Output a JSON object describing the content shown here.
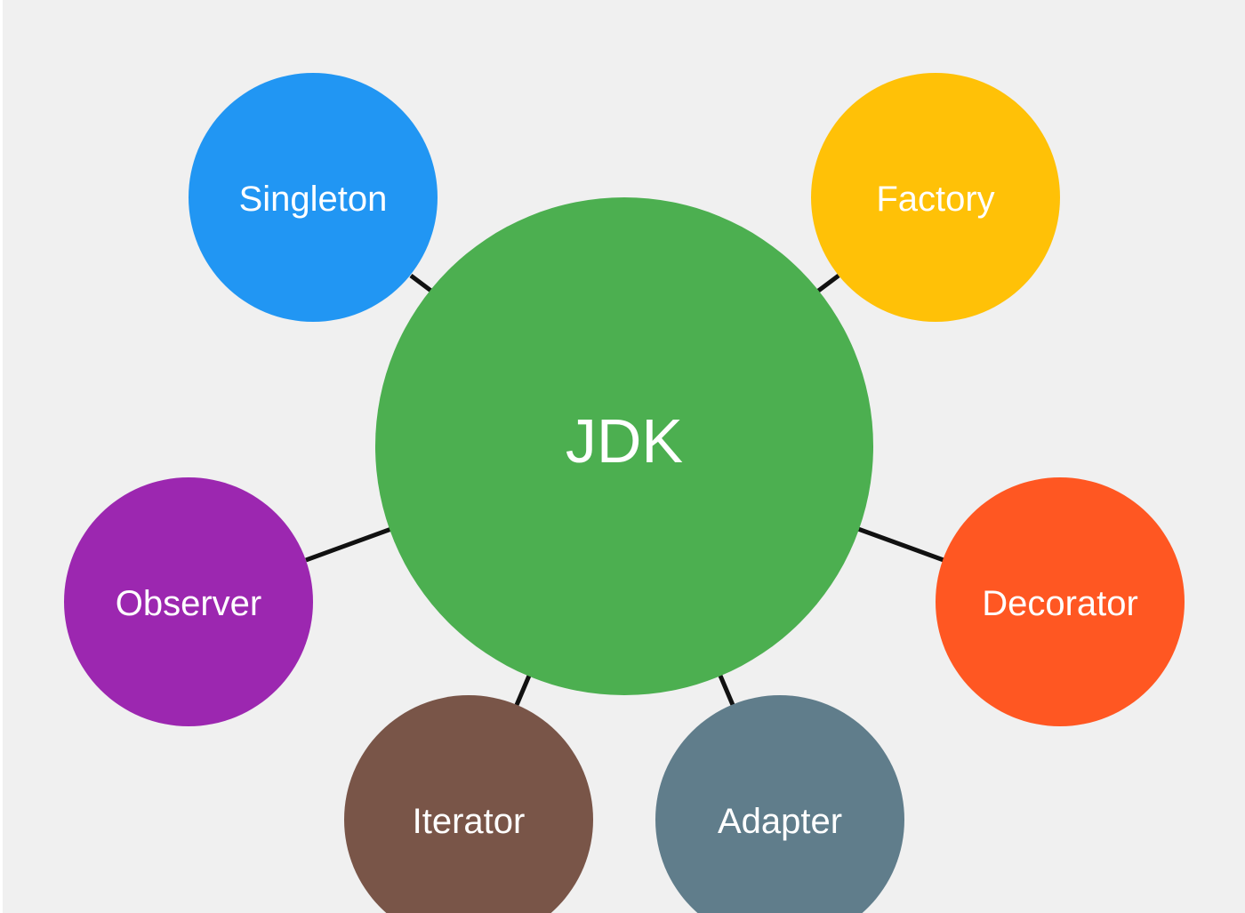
{
  "diagram": {
    "center": {
      "label": "JDK",
      "color": "#4caf50"
    },
    "patterns": [
      {
        "id": "singleton",
        "label": "Singleton",
        "color": "#2196f3"
      },
      {
        "id": "factory",
        "label": "Factory",
        "color": "#ffc107"
      },
      {
        "id": "observer",
        "label": "Observer",
        "color": "#9c27b0"
      },
      {
        "id": "decorator",
        "label": "Decorator",
        "color": "#ff5722"
      },
      {
        "id": "iterator",
        "label": "Iterator",
        "color": "#795548"
      },
      {
        "id": "adapter",
        "label": "Adapter",
        "color": "#607d8b"
      }
    ],
    "connector_color": "#111111"
  }
}
